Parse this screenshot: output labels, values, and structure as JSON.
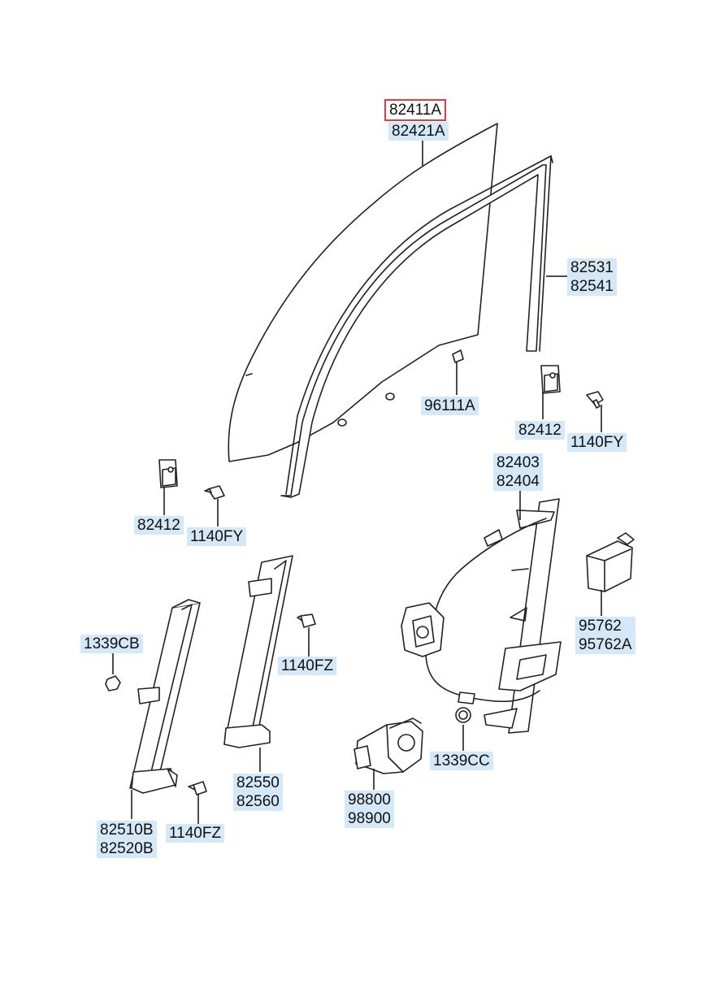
{
  "diagram": {
    "labels": {
      "glass": {
        "line1": "82411A",
        "line2": "82421A"
      },
      "run_channel": {
        "line1": "82531",
        "line2": "82541"
      },
      "pad": {
        "line1": "96111A"
      },
      "clip_right": {
        "line1": "82412"
      },
      "bolt_right": {
        "line1": "1140FY"
      },
      "clip_left": {
        "line1": "82412"
      },
      "bolt_left": {
        "line1": "1140FY"
      },
      "regulator": {
        "line1": "82403",
        "line2": "82404"
      },
      "module": {
        "line1": "95762",
        "line2": "95762A"
      },
      "nut": {
        "line1": "1339CB"
      },
      "bolt_mid": {
        "line1": "1140FZ"
      },
      "guide_b": {
        "line1": "82510B",
        "line2": "82520B"
      },
      "bolt_low": {
        "line1": "1140FZ"
      },
      "guide_mid": {
        "line1": "82550",
        "line2": "82560"
      },
      "grommet": {
        "line1": "1339CC"
      },
      "motor": {
        "line1": "98800",
        "line2": "98900"
      }
    },
    "colors": {
      "label_bg": "#d4e8f7",
      "highlight_border": "#e23b3b",
      "line": "#222222"
    }
  }
}
